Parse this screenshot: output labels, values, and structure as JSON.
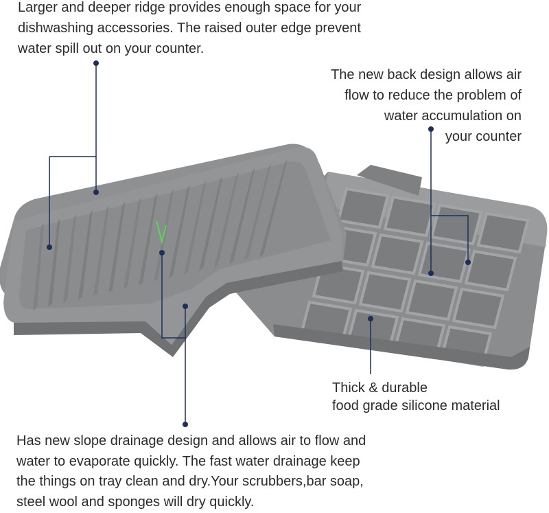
{
  "captions": {
    "ridge": {
      "lines": [
        "Larger and deeper ridge provides enough space for your",
        "dishwashing accessories. The raised outer edge prevent",
        "water spill out on your counter."
      ]
    },
    "back_design": {
      "lines": [
        "The new back design allows air",
        "flow to reduce the problem of",
        "water accumulation on",
        "your counter"
      ]
    },
    "material": {
      "lines": [
        "Thick & durable",
        "food grade silicone material"
      ]
    },
    "drainage": {
      "lines": [
        "Has new slope drainage design and allows air to flow and",
        "water to evaporate quickly.  The fast water drainage keep",
        "the things on tray clean and dry.Your scrubbers,bar soap,",
        "steel wool and sponges will dry quickly."
      ]
    }
  },
  "colors": {
    "tray": "#8f9193",
    "tray_dark": "#6f7173",
    "tray_light": "#a3a5a7",
    "callout": "#1c2f5a",
    "text": "#2b2b2b"
  }
}
